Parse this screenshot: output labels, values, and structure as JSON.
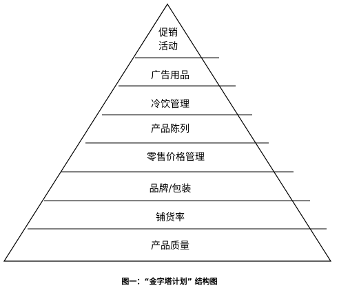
{
  "pyramid": {
    "tiers": [
      {
        "lines": [
          "促销",
          "活动"
        ]
      },
      {
        "lines": [
          "广告用品"
        ]
      },
      {
        "lines": [
          "冷饮管理"
        ]
      },
      {
        "lines": [
          "产品陈列"
        ]
      },
      {
        "lines": [
          "零售价格管理"
        ]
      },
      {
        "lines": [
          "品牌/包装"
        ]
      },
      {
        "lines": [
          "铺货率"
        ]
      },
      {
        "lines": [
          "产品质量"
        ]
      }
    ]
  },
  "caption": "图一：“金字塔计划” 结构图"
}
